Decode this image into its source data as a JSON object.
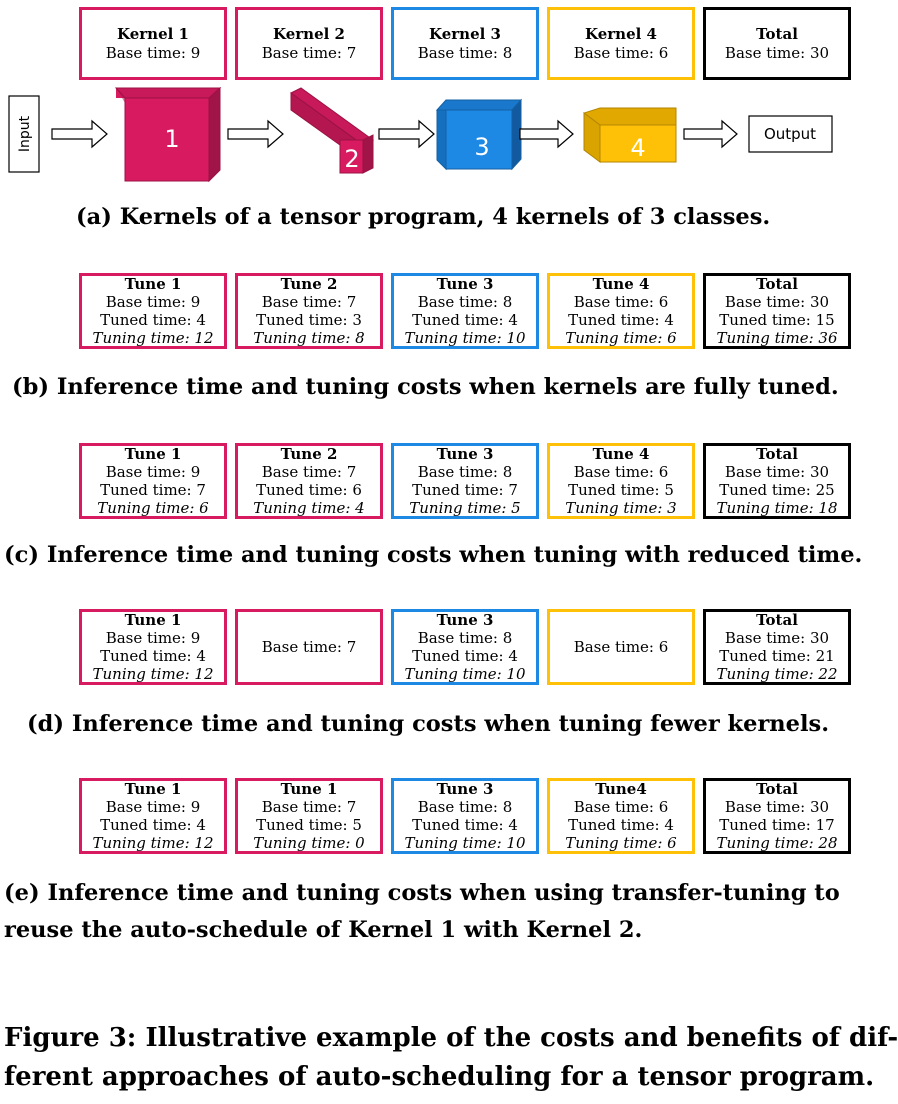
{
  "section_a": {
    "kernels": [
      {
        "title": "Kernel 1",
        "base": "Base time: 9",
        "color": "#d81b60"
      },
      {
        "title": "Kernel 2",
        "base": "Base time: 7",
        "color": "#d81b60"
      },
      {
        "title": "Kernel 3",
        "base": "Base time: 8",
        "color": "#1e88e5"
      },
      {
        "title": "Kernel 4",
        "base": "Base time: 6",
        "color": "#ffc107"
      },
      {
        "title": "Total",
        "base": "Base time: 30",
        "color": "#000000"
      }
    ],
    "pipeline": {
      "input": "Input",
      "output": "Output",
      "cube_labels": [
        "1",
        "2",
        "3",
        "4"
      ]
    },
    "caption": "(a) Kernels of a tensor program, 4 kernels of 3 classes."
  },
  "section_b": {
    "boxes": [
      {
        "title": "Tune 1",
        "base": "Base time: 9",
        "tuned": "Tuned time: 4",
        "tuning": "Tuning time: 12"
      },
      {
        "title": "Tune 2",
        "base": "Base time: 7",
        "tuned": "Tuned time: 3",
        "tuning": "Tuning time: 8"
      },
      {
        "title": "Tune 3",
        "base": "Base time: 8",
        "tuned": "Tuned time: 4",
        "tuning": "Tuning time: 10"
      },
      {
        "title": "Tune 4",
        "base": "Base time: 6",
        "tuned": "Tuned time: 4",
        "tuning": "Tuning time: 6"
      },
      {
        "title": "Total",
        "base": "Base time: 30",
        "tuned": "Tuned time: 15",
        "tuning": "Tuning time: 36"
      }
    ],
    "caption": "(b) Inference time and tuning costs when kernels are fully tuned."
  },
  "section_c": {
    "boxes": [
      {
        "title": "Tune 1",
        "base": "Base time: 9",
        "tuned": "Tuned time: 7",
        "tuning": "Tuning time: 6"
      },
      {
        "title": "Tune 2",
        "base": "Base time: 7",
        "tuned": "Tuned time: 6",
        "tuning": "Tuning time: 4"
      },
      {
        "title": "Tune 3",
        "base": "Base time: 8",
        "tuned": "Tuned time: 7",
        "tuning": "Tuning time: 5"
      },
      {
        "title": "Tune 4",
        "base": "Base time: 6",
        "tuned": "Tuned time: 5",
        "tuning": "Tuning time: 3"
      },
      {
        "title": "Total",
        "base": "Base time: 30",
        "tuned": "Tuned time: 25",
        "tuning": "Tuning time: 18"
      }
    ],
    "caption": "(c) Inference time and tuning costs when tuning with reduced time."
  },
  "section_d": {
    "boxes": [
      {
        "title": "Tune 1",
        "base": "Base time: 9",
        "tuned": "Tuned time: 4",
        "tuning": "Tuning time: 12"
      },
      {
        "base": "Base time: 7"
      },
      {
        "title": "Tune 3",
        "base": "Base time: 8",
        "tuned": "Tuned time: 4",
        "tuning": "Tuning time: 10"
      },
      {
        "base": "Base time: 6"
      },
      {
        "title": "Total",
        "base": "Base time: 30",
        "tuned": "Tuned time: 21",
        "tuning": "Tuning time: 22"
      }
    ],
    "caption": "(d) Inference time and tuning costs when tuning fewer kernels."
  },
  "section_e": {
    "boxes": [
      {
        "title": "Tune 1",
        "base": "Base time: 9",
        "tuned": "Tuned time: 4",
        "tuning": "Tuning time: 12"
      },
      {
        "title": "Tune 1",
        "base": "Base time: 7",
        "tuned": "Tuned time: 5",
        "tuning": "Tuning time: 0"
      },
      {
        "title": "Tune 3",
        "base": "Base time: 8",
        "tuned": "Tuned time: 4",
        "tuning": "Tuning time: 10"
      },
      {
        "title": "Tune4",
        "base": "Base time: 6",
        "tuned": "Tuned time: 4",
        "tuning": "Tuning time: 6"
      },
      {
        "title": "Total",
        "base": "Base time: 30",
        "tuned": "Tuned time: 17",
        "tuning": "Tuning time: 28"
      }
    ],
    "caption_line1": "(e) Inference time and tuning costs when using transfer-tuning to",
    "caption_line2": "reuse the auto-schedule of Kernel 1 with Kernel 2."
  },
  "figure_caption": {
    "line1": "Figure 3: Illustrative example of the costs and benefits of dif-",
    "line2": "ferent approaches of auto-scheduling for a tensor program."
  },
  "colors": {
    "red": "#d81b60",
    "blue": "#1e88e5",
    "yellow": "#ffc107",
    "black": "#000000"
  }
}
